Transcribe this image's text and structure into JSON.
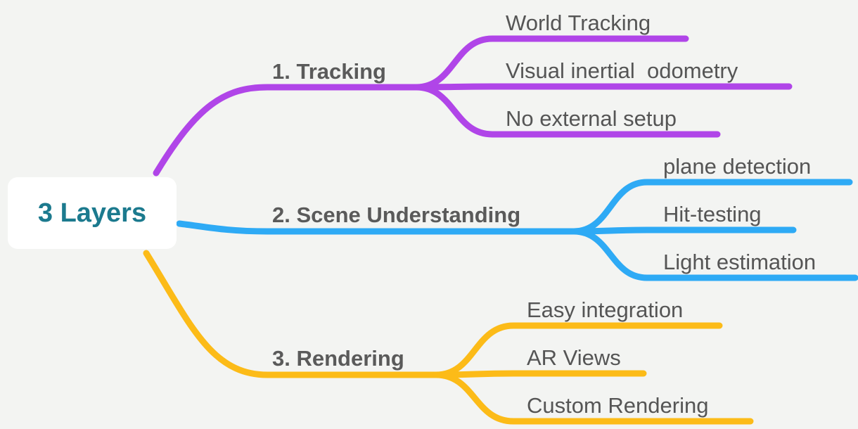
{
  "root": {
    "label": "3 Layers"
  },
  "branches": [
    {
      "label": "1. Tracking",
      "color": "#b045e8",
      "children": [
        "World Tracking",
        "Visual inertial  odometry",
        "No external setup"
      ]
    },
    {
      "label": "2. Scene Understanding",
      "color": "#2eaaf5",
      "children": [
        "plane detection",
        "Hit-testing",
        "Light estimation"
      ]
    },
    {
      "label": "3. Rendering",
      "color": "#fcbb18",
      "children": [
        "Easy integration",
        "AR Views",
        "Custom Rendering"
      ]
    }
  ]
}
